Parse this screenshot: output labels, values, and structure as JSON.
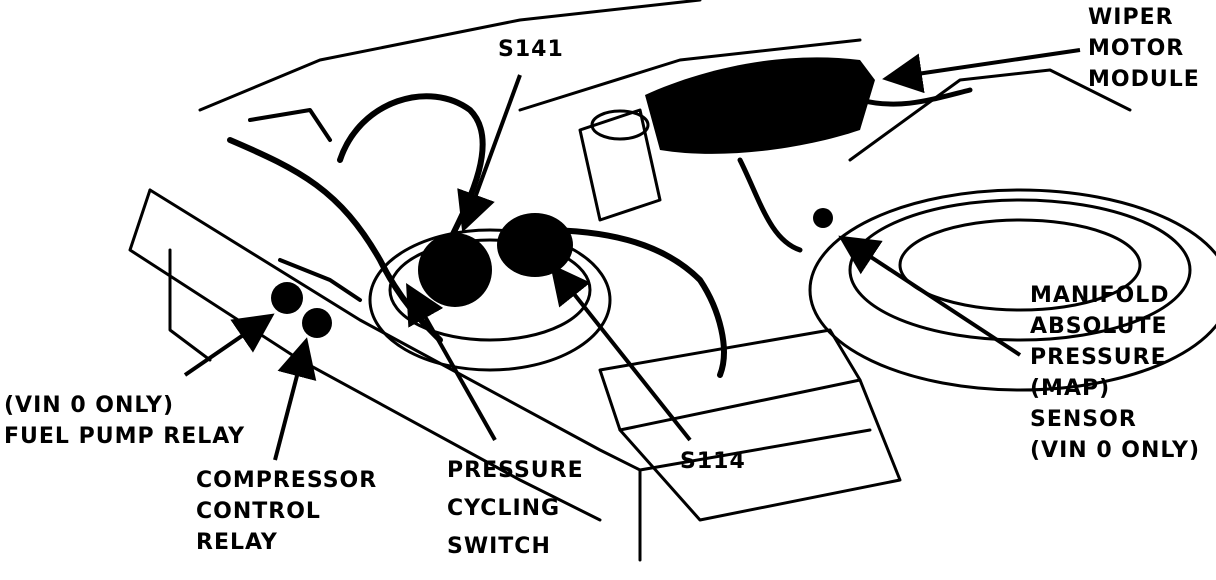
{
  "labels": {
    "wiper": [
      "WIPER",
      "MOTOR",
      "MODULE"
    ],
    "s141": "S141",
    "map_sensor": [
      "MANIFOLD",
      "ABSOLUTE",
      "PRESSURE",
      "(MAP)",
      "SENSOR",
      "(VIN 0 ONLY)"
    ],
    "fuel_pump": [
      "(VIN 0 ONLY)",
      "FUEL PUMP RELAY"
    ],
    "compressor": [
      "COMPRESSOR",
      "CONTROL",
      "RELAY"
    ],
    "pressure_switch": [
      "PRESSURE",
      "CYCLING",
      "SWITCH"
    ],
    "s114": "S114"
  },
  "colors": {
    "ink": "#000000",
    "paper": "#ffffff"
  }
}
